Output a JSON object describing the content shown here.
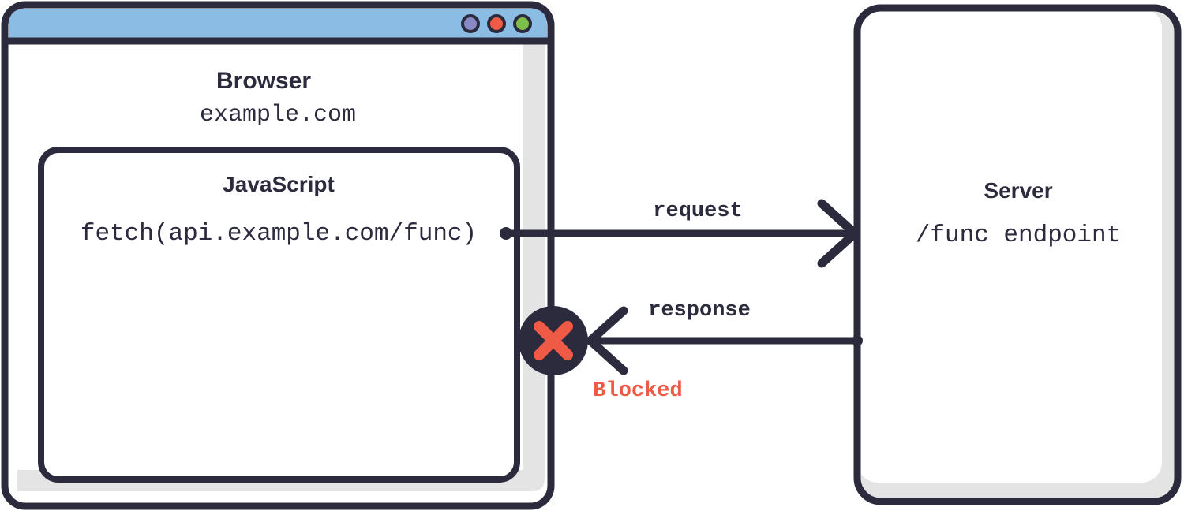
{
  "diagram": {
    "type": "cors-blocked-request-flow",
    "colors": {
      "ink": "#2B2B3D",
      "titlebar_blue": "#8BBCE4",
      "shadow_gray": "#E4E4E4",
      "accent_red": "#EF5A46",
      "dot_purple": "#8888C4",
      "dot_red": "#EF5A46",
      "dot_green": "#7CC04A",
      "page_background": "#FFFFFF",
      "panel_fill": "#FFFFFF"
    }
  },
  "browser": {
    "window_name": "browser-window",
    "titlebar": {
      "name": "browser-titlebar",
      "dots": [
        {
          "name": "window-dot-purple",
          "color": "#8888C4"
        },
        {
          "name": "window-dot-red",
          "color": "#EF5A46"
        },
        {
          "name": "window-dot-green",
          "color": "#7CC04A"
        }
      ]
    },
    "title": "Browser",
    "url": "example.com",
    "js_box": {
      "name": "javascript-box",
      "title": "JavaScript",
      "code": "fetch(api.example.com/func)"
    }
  },
  "server": {
    "name": "server-panel",
    "title": "Server",
    "endpoint": "/func endpoint"
  },
  "flow": {
    "request": {
      "name": "request-arrow",
      "label": "request",
      "direction": "browser-to-server",
      "blocked": false
    },
    "response": {
      "name": "response-arrow",
      "label": "response",
      "direction": "server-to-browser",
      "blocked": true
    },
    "block_marker": {
      "name": "blocked-marker",
      "label": "Blocked",
      "icon": "x-cross-icon"
    }
  }
}
